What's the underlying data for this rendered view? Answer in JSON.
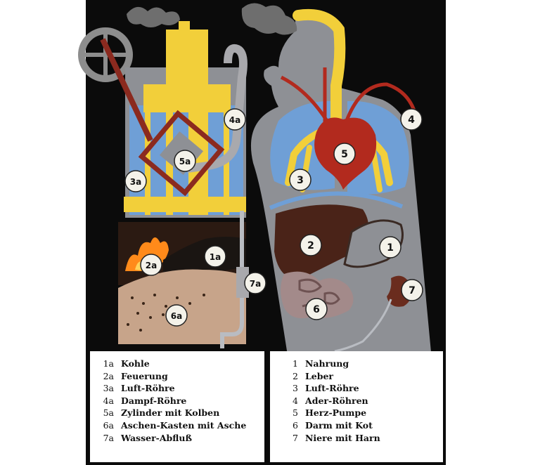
{
  "markers": {
    "m1a": "1a",
    "m2a": "2a",
    "m3a": "3a",
    "m4a": "4a",
    "m5a": "5a",
    "m6a": "6a",
    "m7a": "7a",
    "m1": "1",
    "m2": "2",
    "m3": "3",
    "m4": "4",
    "m5": "5",
    "m6": "6",
    "m7": "7"
  },
  "legend_left": [
    {
      "num": "1a",
      "label": "Kohle"
    },
    {
      "num": "2a",
      "label": "Feuerung"
    },
    {
      "num": "3a",
      "label": "Luft-Röhre"
    },
    {
      "num": "4a",
      "label": "Dampf-Röhre"
    },
    {
      "num": "5a",
      "label": "Zylinder mit Kolben"
    },
    {
      "num": "6a",
      "label": "Aschen-Kasten mit Asche"
    },
    {
      "num": "7a",
      "label": "Wasser-Abfluß"
    }
  ],
  "legend_right": [
    {
      "num": "1",
      "label": "Nahrung"
    },
    {
      "num": "2",
      "label": "Leber"
    },
    {
      "num": "3",
      "label": "Luft-Röhre"
    },
    {
      "num": "4",
      "label": "Ader-Röhren"
    },
    {
      "num": "5",
      "label": "Herz-Pumpe"
    },
    {
      "num": "6",
      "label": "Darm mit Kot"
    },
    {
      "num": "7",
      "label": "Niere mit Harn"
    }
  ],
  "colors": {
    "frame": "#0b0b0b",
    "yellow": "#f2cf3a",
    "blue": "#6f9fd6",
    "red": "#b22a1e",
    "gray": "#8e9095",
    "brown": "#4a2318",
    "fire": "#ff8a1a"
  }
}
